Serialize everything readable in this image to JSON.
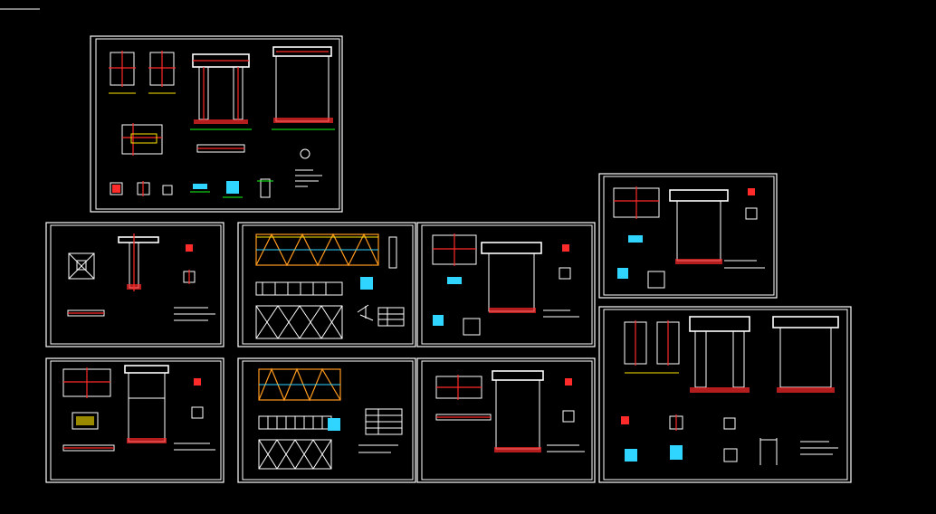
{
  "canvas": {
    "background": "#000000"
  },
  "colors": {
    "frame": "#ffffff",
    "rebar_red": "#ff2a2a",
    "dim_green": "#19ff19",
    "hatch_yellow": "#ffe600",
    "detail_cyan": "#2fd4ff",
    "accent_magenta": "#ff4dff",
    "truss_orange": "#ff9a1f"
  },
  "sheets": [
    {
      "id": "sheet-portal-frame-main",
      "type": "portal-frame"
    },
    {
      "id": "sheet-column-detail",
      "type": "column-detail"
    },
    {
      "id": "sheet-truss-elevation-a",
      "type": "truss"
    },
    {
      "id": "sheet-portal-frame-b",
      "type": "portal-frame"
    },
    {
      "id": "sheet-portal-frame-c",
      "type": "portal-frame"
    },
    {
      "id": "sheet-column-detail-b",
      "type": "column-detail"
    },
    {
      "id": "sheet-truss-elevation-b",
      "type": "truss"
    },
    {
      "id": "sheet-portal-frame-d",
      "type": "portal-frame"
    },
    {
      "id": "sheet-portal-frame-large",
      "type": "portal-frame"
    }
  ]
}
